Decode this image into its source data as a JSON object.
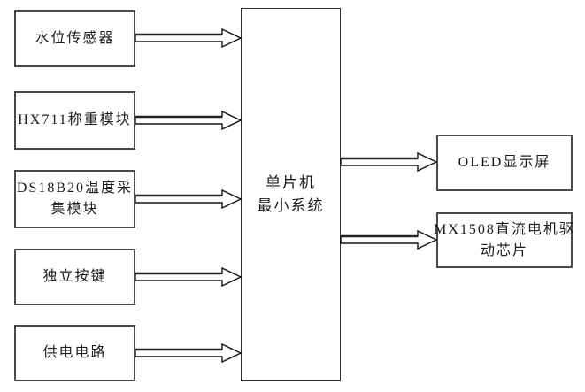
{
  "diagram": {
    "type": "block-diagram",
    "nodes": {
      "water_sensor": {
        "lines": [
          "水位传感器"
        ]
      },
      "hx711": {
        "lines": [
          "HX711称重模块"
        ]
      },
      "ds18b20": {
        "lines": [
          "DS18B20温度采",
          "集模块"
        ]
      },
      "keys": {
        "lines": [
          "独立按键"
        ]
      },
      "power": {
        "lines": [
          "供电电路"
        ]
      },
      "mcu": {
        "lines": [
          "单片机",
          "最小系统"
        ]
      },
      "oled": {
        "lines": [
          "OLED显示屏"
        ]
      },
      "mx1508": {
        "lines": [
          "MX1508直流电机驱",
          "动芯片"
        ]
      }
    },
    "edges": [
      {
        "from": "水位传感器",
        "to": "单片机最小系统"
      },
      {
        "from": "HX711称重模块",
        "to": "单片机最小系统"
      },
      {
        "from": "DS18B20温度采集模块",
        "to": "单片机最小系统"
      },
      {
        "from": "独立按键",
        "to": "单片机最小系统"
      },
      {
        "from": "供电电路",
        "to": "单片机最小系统"
      },
      {
        "from": "单片机最小系统",
        "to": "OLED显示屏"
      },
      {
        "from": "单片机最小系统",
        "to": "MX1508直流电机驱动芯片"
      }
    ],
    "colors": {
      "background": "#ffffff",
      "box_border": "#4a4a4a",
      "center_box_border": "#2e2e2e",
      "arrow_outline": "#141414",
      "arrow_fill": "#ffffff",
      "text": "#1b1b1b"
    }
  }
}
